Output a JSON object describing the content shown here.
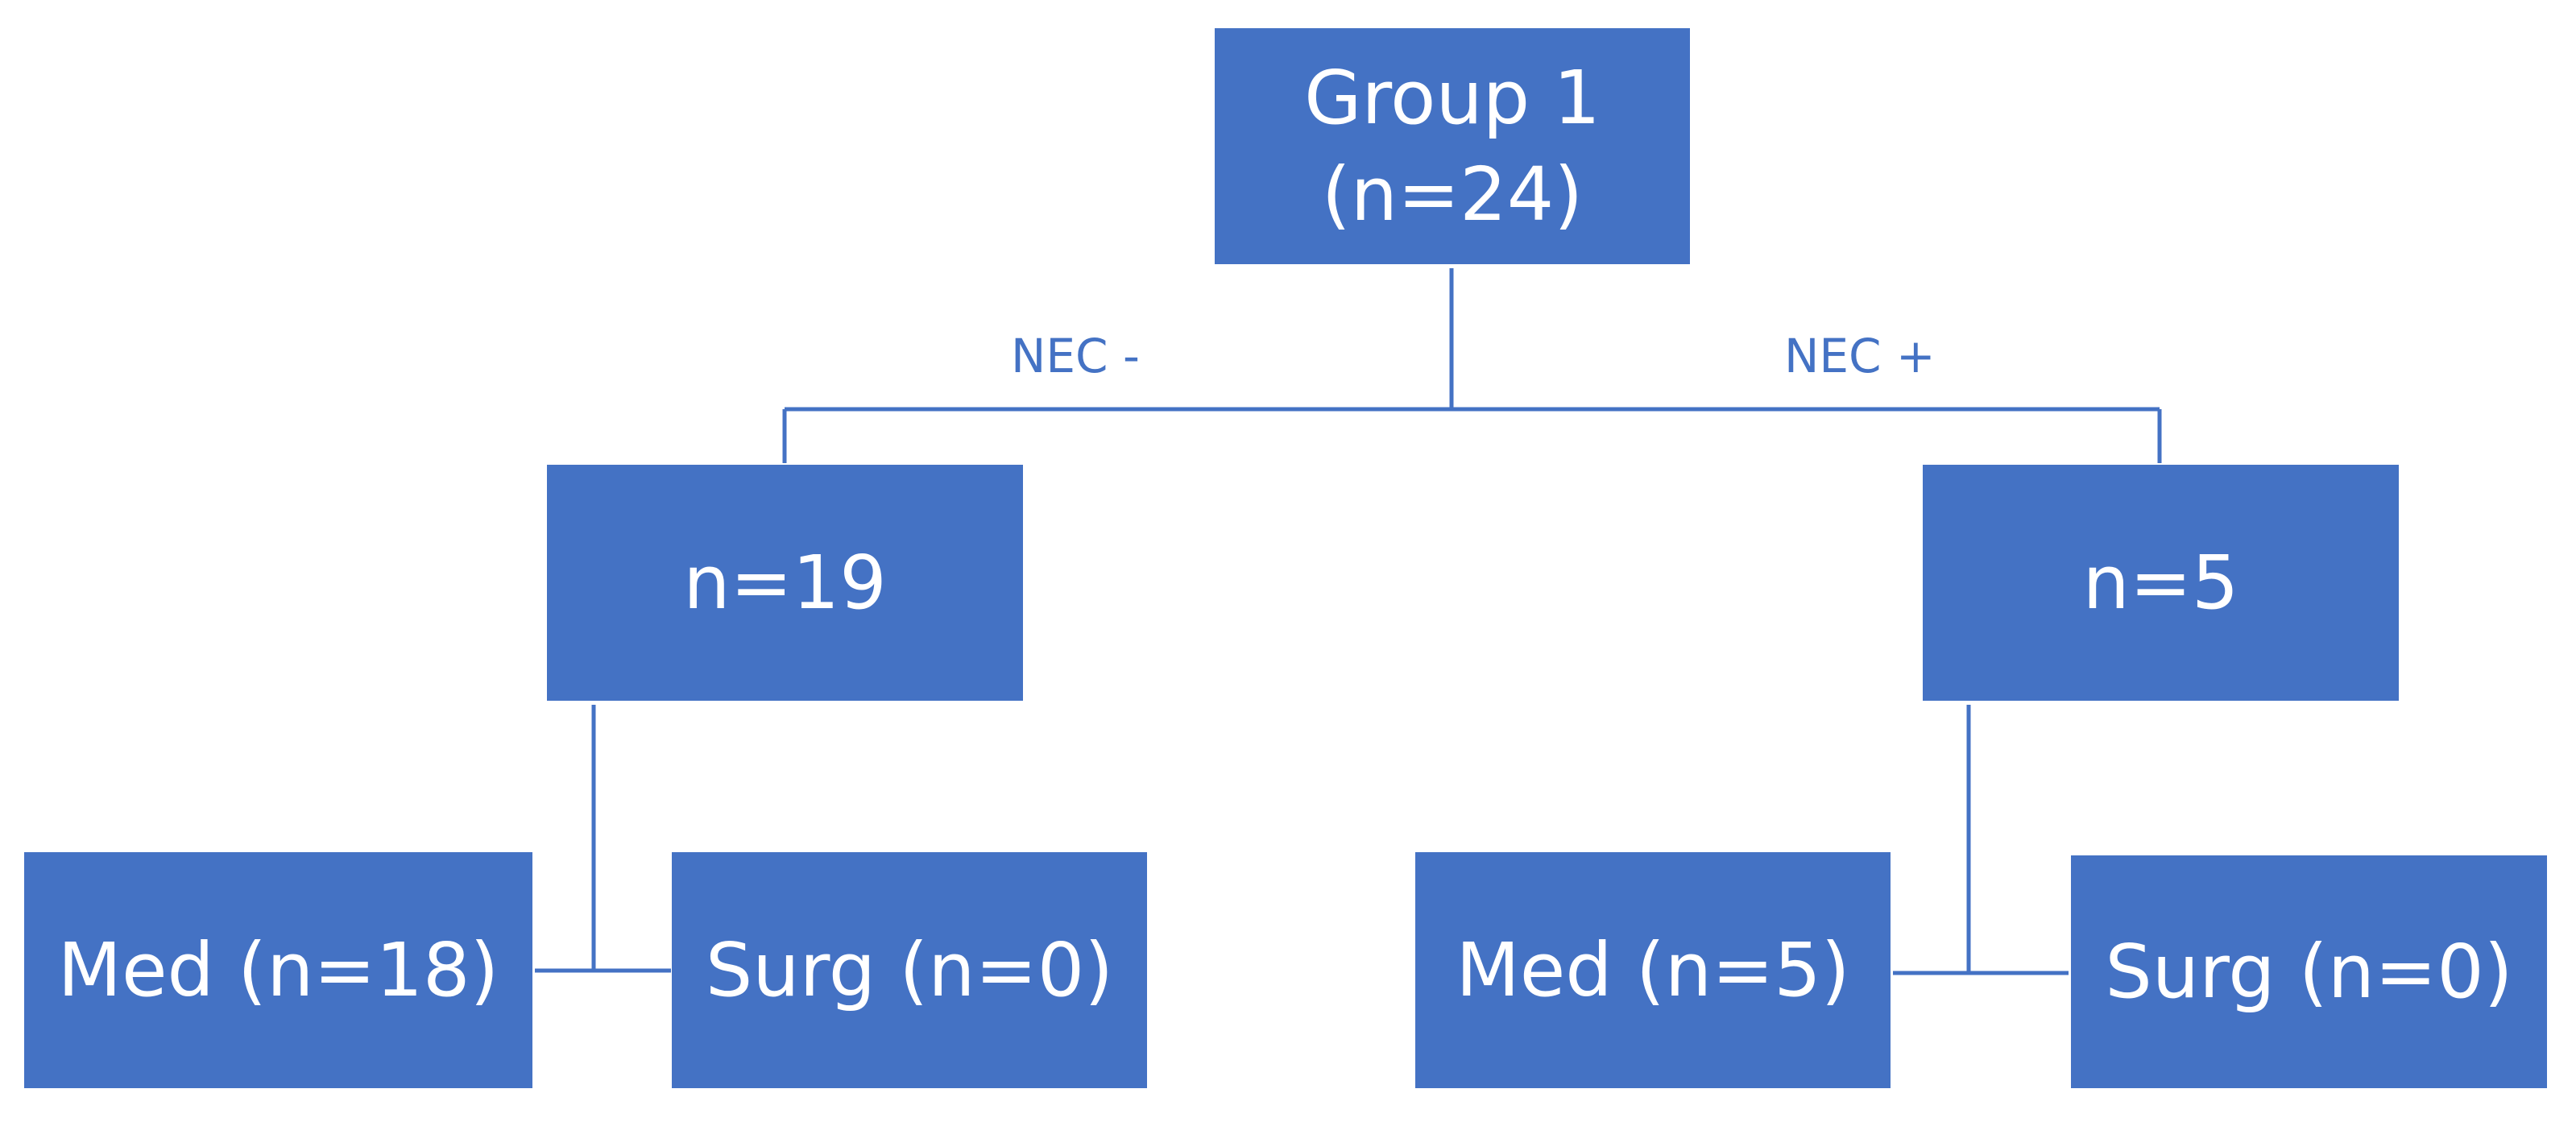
{
  "diagram": {
    "root": {
      "line1": "Group 1",
      "line2": "(n=24)"
    },
    "branches": {
      "left": {
        "edge_label": "NEC -",
        "count": "n=19",
        "children": {
          "med": "Med (n=18)",
          "surg": "Surg (n=0)"
        }
      },
      "right": {
        "edge_label": "NEC +",
        "count": "n=5",
        "children": {
          "med": "Med (n=5)",
          "surg": "Surg (n=0)"
        }
      }
    },
    "colors": {
      "box_fill": "#4472c4",
      "box_text": "#ffffff",
      "connector": "#4472c4"
    }
  }
}
